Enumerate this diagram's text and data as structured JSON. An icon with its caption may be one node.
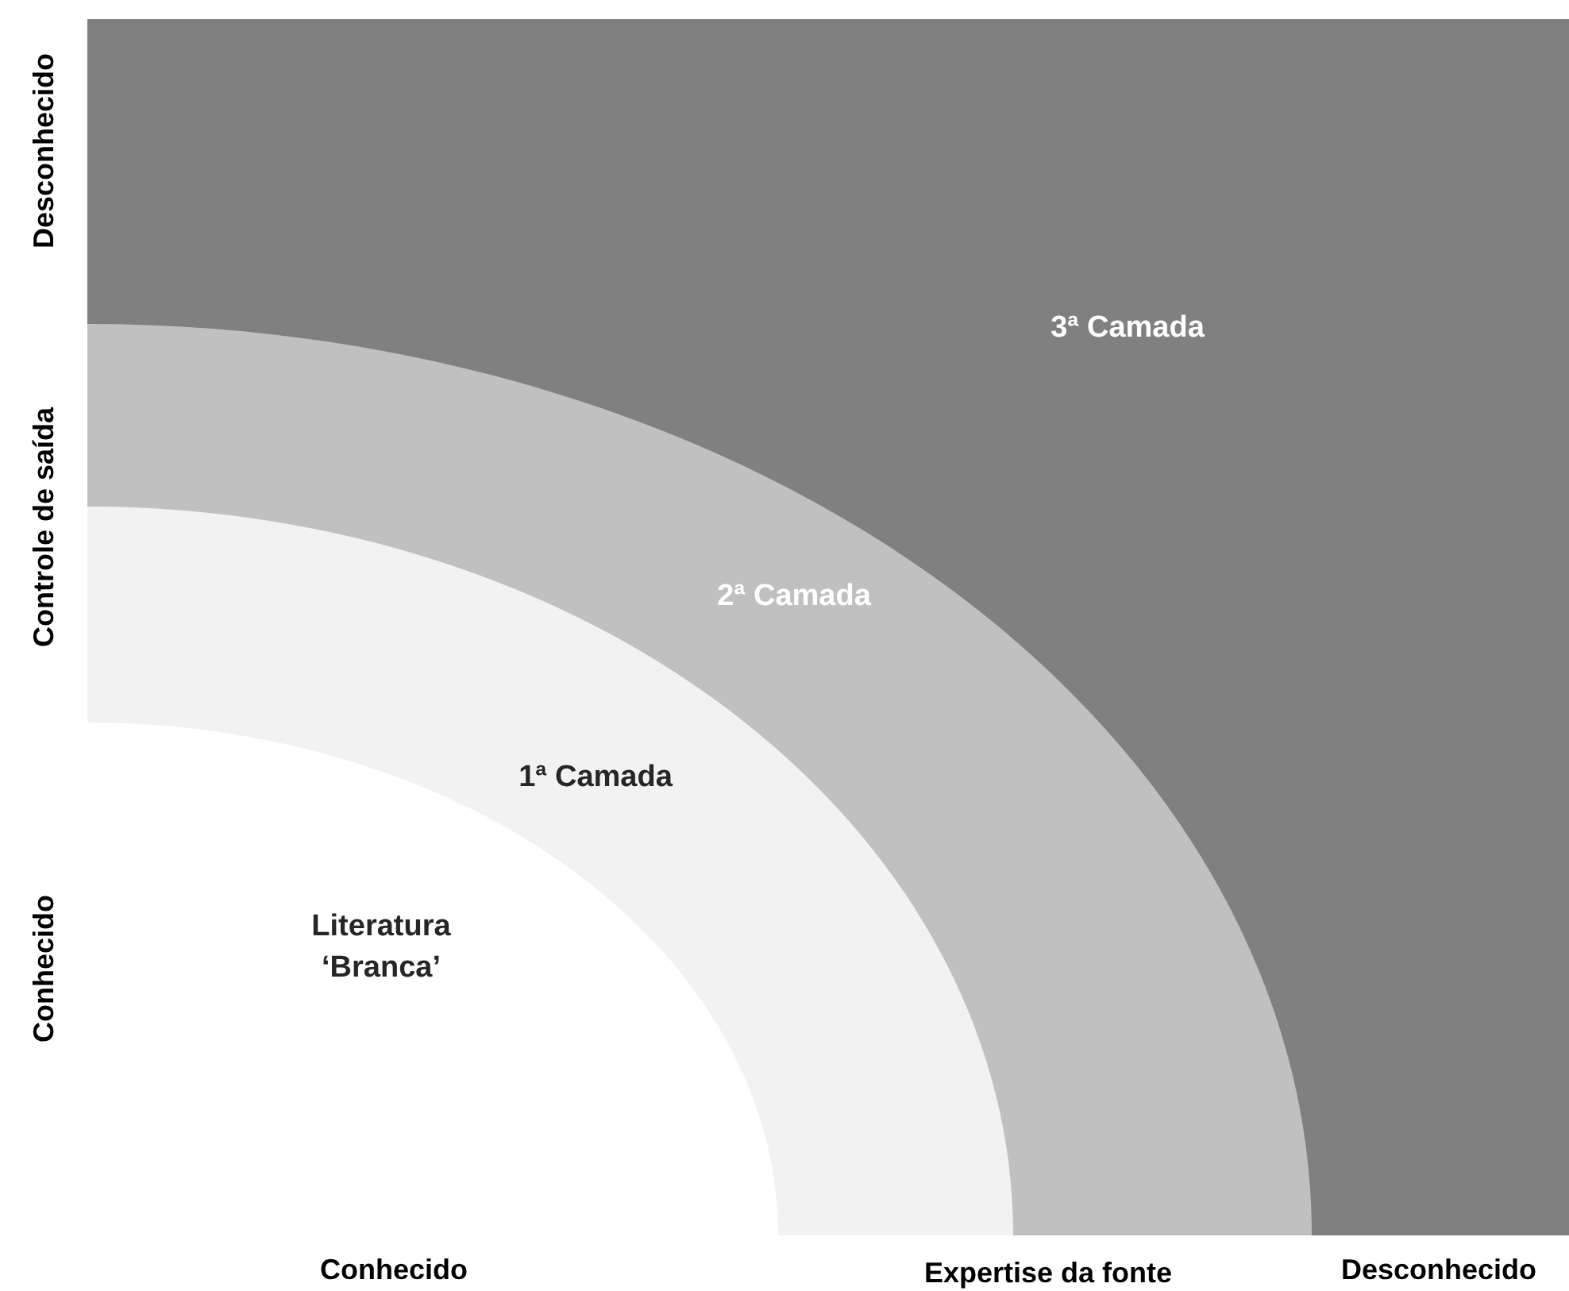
{
  "diagram": {
    "nodes": [
      {
        "text": [
          "3ª Camada"
        ]
      },
      {
        "text": [
          "2ª Camada"
        ],
        "in": 0
      },
      {
        "text": [
          "1ª Camada"
        ],
        "in": 1
      },
      {
        "text": [
          "Literatura ‘Branca’"
        ],
        "in": 2
      }
    ],
    "labels": [
      "Desconhecido",
      "Controle de saída",
      "Conhecido",
      "Conhecido",
      "Expertise da fonte",
      "Desconhecido"
    ]
  }
}
